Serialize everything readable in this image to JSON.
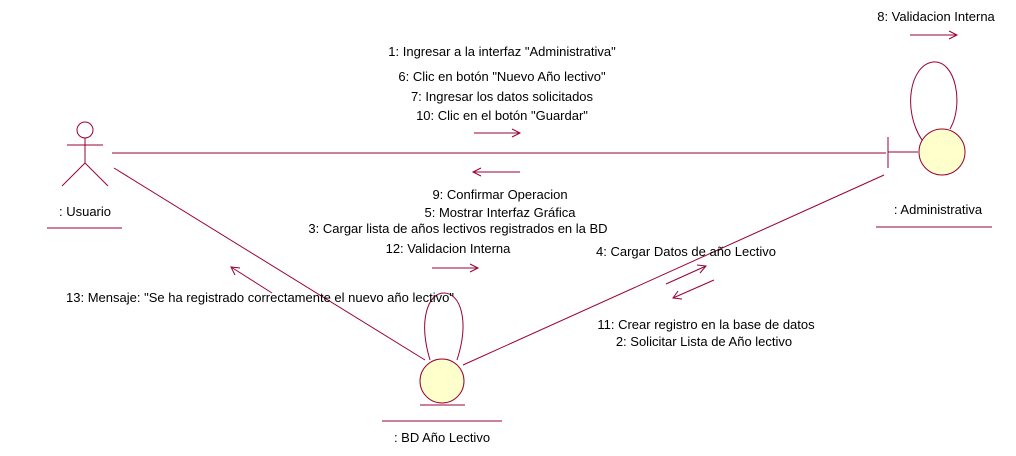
{
  "colors": {
    "line": "#990033",
    "entity_fill": "#ffffcc",
    "text": "#000000"
  },
  "participants": {
    "usuario": {
      "label": ": Usuario",
      "icon": "actor-icon"
    },
    "administrativa": {
      "label": ": Administrativa",
      "icon": "boundary-icon"
    },
    "bd": {
      "label": ": BD Año Lectivo",
      "icon": "entity-icon"
    }
  },
  "messages": {
    "usuario_to_administrativa": [
      "1: Ingresar a la interfaz \"Administrativa\"",
      "6: Clic en botón \"Nuevo Año lectivo\"",
      "7: Ingresar los datos solicitados",
      "10: Clic en el botón \"Guardar\""
    ],
    "administrativa_to_usuario": [
      "9: Confirmar Operacion",
      "5: Mostrar Interfaz Gráfica",
      "3: Cargar lista de años lectivos registrados en la BD"
    ],
    "bd_self": [
      "12: Validacion Interna"
    ],
    "bd_to_usuario": [
      "13: Mensaje: \"Se ha registrado correctamente el nuevo año lectivo\""
    ],
    "administrativa_self": [
      "8: Validacion Interna"
    ],
    "bd_to_administrativa": [
      "4: Cargar Datos de año Lectivo"
    ],
    "administrativa_to_bd": [
      "11: Crear registro en la base de datos",
      "2: Solicitar Lista de Año lectivo"
    ]
  }
}
